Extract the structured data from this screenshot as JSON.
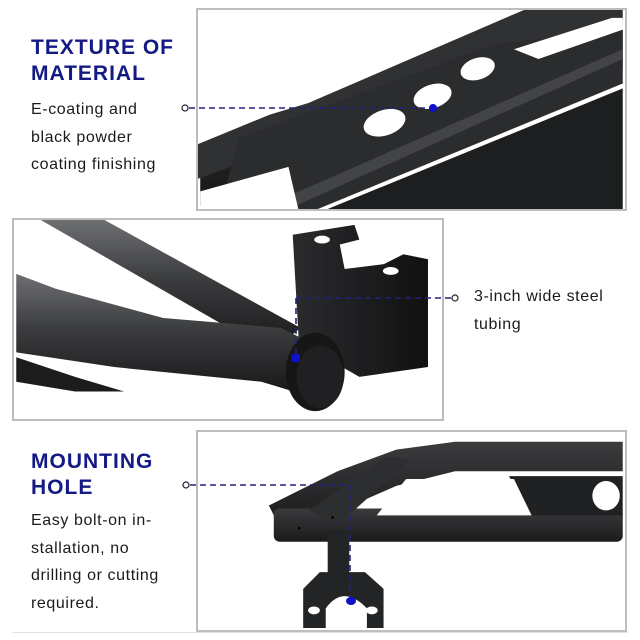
{
  "features": [
    {
      "heading_lines": [
        "TEXTURE OF",
        "MATERIAL"
      ],
      "description_lines": [
        "E-coating and",
        "black powder",
        "coating finishing"
      ],
      "image_label": "perforated step plate close-up"
    },
    {
      "heading_lines": [],
      "description_lines": [
        "3-inch wide steel",
        "tubing"
      ],
      "image_label": "tube end with mounting bracket close-up"
    },
    {
      "heading_lines": [
        "MOUNTING",
        "HOLE"
      ],
      "description_lines": [
        "Easy bolt-on in-",
        "stallation, no",
        "drilling or cutting",
        "required."
      ],
      "image_label": "side step bar with mounting bracket"
    }
  ],
  "colors": {
    "heading": "#141a84",
    "callout_line": "#22227a",
    "callout_marker": "#1010c8",
    "panel_border": "#bdbdbd",
    "product": "#2a2b2d"
  }
}
